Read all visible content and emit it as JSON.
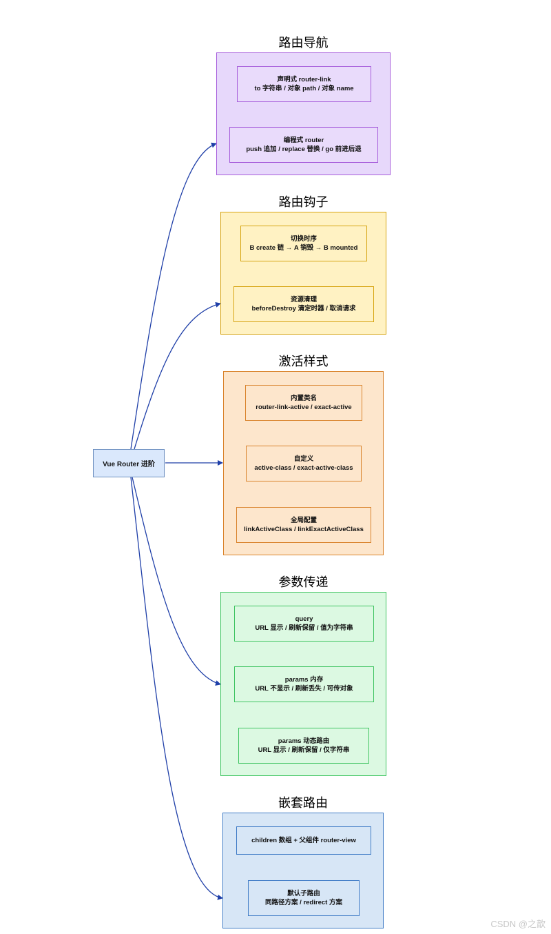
{
  "root": {
    "label": "Vue Router 进阶"
  },
  "groups": [
    {
      "title": "路由导航",
      "cards": [
        {
          "line1": "声明式 router-link",
          "line2": "to 字符串 / 对象 path / 对象 name"
        },
        {
          "line1": "编程式 router",
          "line2": "push 追加 / replace 替换 / go 前进后退"
        }
      ]
    },
    {
      "title": "路由钩子",
      "cards": [
        {
          "line1": "切换时序",
          "line2": "B create 链 → A 销毁 → B mounted"
        },
        {
          "line1": "资源清理",
          "line2": "beforeDestroy 清定时器 / 取消请求"
        }
      ]
    },
    {
      "title": "激活样式",
      "cards": [
        {
          "line1": "内置类名",
          "line2": "router-link-active / exact-active"
        },
        {
          "line1": "自定义",
          "line2": "active-class / exact-active-class"
        },
        {
          "line1": "全局配置",
          "line2": "linkActiveClass / linkExactActiveClass"
        }
      ]
    },
    {
      "title": "参数传递",
      "cards": [
        {
          "line1": "query",
          "line2": "URL 显示 / 刷新保留 / 值为字符串"
        },
        {
          "line1": "params 内存",
          "line2": "URL 不显示 / 刷新丢失 / 可传对象"
        },
        {
          "line1": "params 动态路由",
          "line2": "URL 显示 / 刷新保留 / 仅字符串"
        }
      ]
    },
    {
      "title": "嵌套路由",
      "cards": [
        {
          "line1": "children 数组 + 父组件 router-view",
          "line2": ""
        },
        {
          "line1": "默认子路由",
          "line2": "同路径方案 / redirect 方案"
        }
      ]
    }
  ],
  "watermark": "CSDN @之歆",
  "colors": {
    "connector": "#1f3fa8",
    "root_fill": "#dae8fc",
    "nav": "#a65cdb",
    "hook": "#d6a410",
    "active": "#d9832c",
    "param": "#3ec460",
    "nest": "#3f7bc6"
  }
}
